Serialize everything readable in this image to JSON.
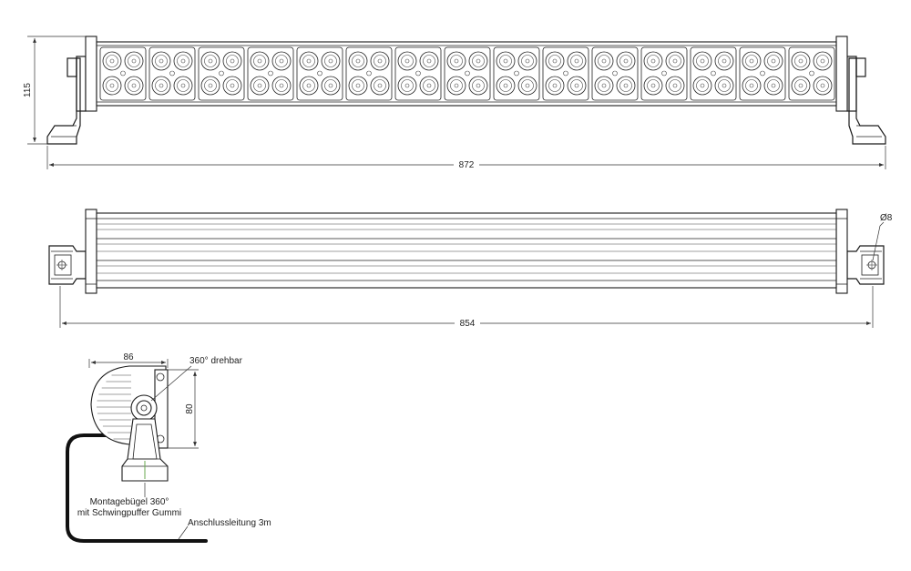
{
  "dimensions": {
    "front_height": "115",
    "front_width": "872",
    "top_width": "854",
    "hole_diameter": "Ø8",
    "side_width": "86",
    "side_height": "80"
  },
  "annotations": {
    "rotation": "360° drehbar",
    "bracket_line1": "Montagebügel 360°",
    "bracket_line2": "mit Schwingpuffer Gummi",
    "cable": "Anschlussleitung 3m"
  },
  "colors": {
    "line": "#1a1a1a",
    "background": "#ffffff"
  }
}
